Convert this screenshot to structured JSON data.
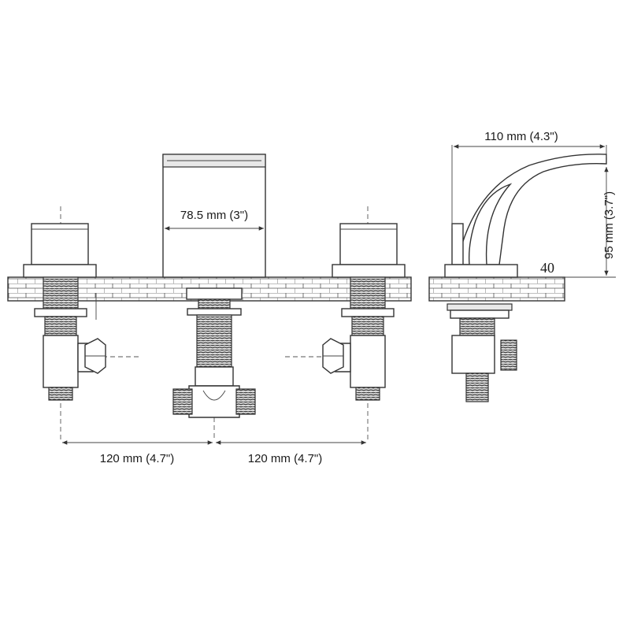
{
  "front_view": {
    "spout_width_label": "78.5 mm (3\")",
    "left_spacing_label": "120 mm (4.7\")",
    "right_spacing_label": "120 mm (4.7\")"
  },
  "side_view": {
    "spout_reach_label": "110 mm (4.3\")",
    "height_label": "95 mm (3.7\")",
    "deck_thickness_label": "40"
  }
}
